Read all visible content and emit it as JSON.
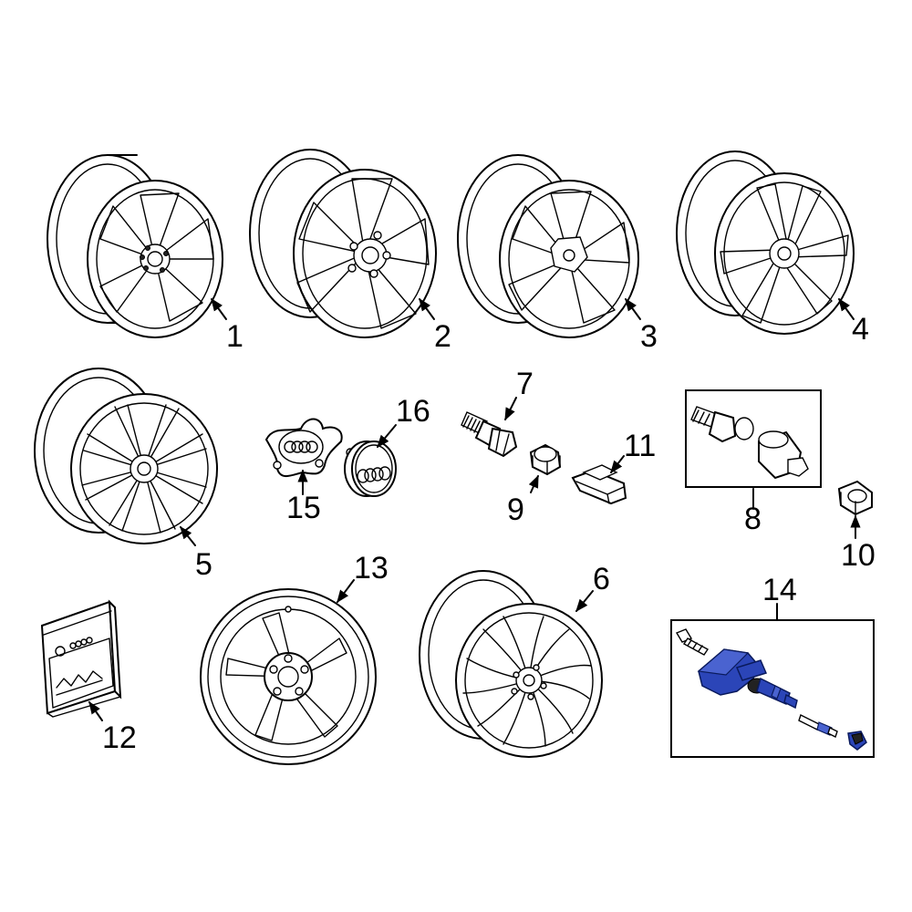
{
  "colors": {
    "highlight": "#2b45b8",
    "highlight_light": "#4a63d0",
    "line": "#000000",
    "background": "#ffffff"
  },
  "callouts": {
    "p1": "1",
    "p2": "2",
    "p3": "3",
    "p4": "4",
    "p5": "5",
    "p6": "6",
    "p7": "7",
    "p8": "8",
    "p9": "9",
    "p10": "10",
    "p11": "11",
    "p12": "12",
    "p13": "13",
    "p14": "14",
    "p15": "15",
    "p16": "16"
  },
  "highlighted_part": "14"
}
